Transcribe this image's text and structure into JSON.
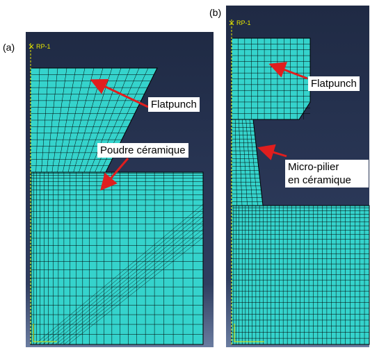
{
  "panels": {
    "a": {
      "label": "(a)",
      "ref_point": "RP-1",
      "callouts": {
        "punch": "Flatpunch",
        "powder": "Poudre céramique"
      }
    },
    "b": {
      "label": "(b)",
      "ref_point": "RP-1",
      "callouts": {
        "punch": "Flatpunch",
        "pillar_line1": "Micro-pilier",
        "pillar_line2": "en céramique"
      }
    }
  },
  "colors": {
    "background_top": "#1f2a44",
    "background_bottom": "#5a6b8f",
    "mesh_fill": "#35d3cc",
    "mesh_line": "#000000",
    "arrow": "#e01e1e",
    "axis": "#e6e600"
  }
}
